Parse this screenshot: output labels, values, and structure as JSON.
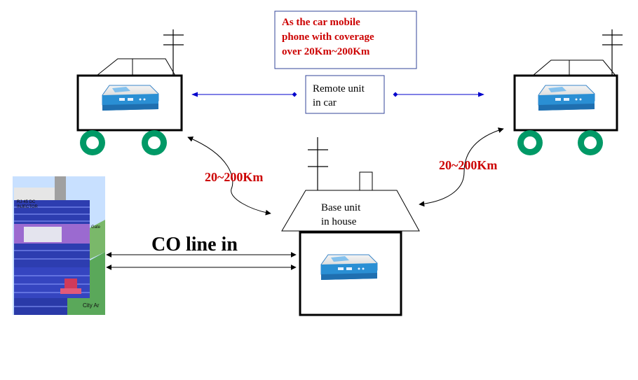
{
  "diagram": {
    "coverage_note": {
      "lines": [
        "As the car mobile",
        "phone with coverage",
        "over 20Km~200Km"
      ],
      "color": "#cc0000"
    },
    "remote_unit": {
      "lines": [
        "Remote unit",
        "in car"
      ]
    },
    "base_unit": {
      "lines": [
        "Base unit",
        "in house"
      ]
    },
    "distance_left": "20~200Km",
    "distance_right": "20~200Km",
    "co_line": "CO line in",
    "building_labels": {
      "top": "RJ-45 DC INJECTOR",
      "side": "Gate",
      "bottom": "City Ar"
    },
    "colors": {
      "wheel": "#009966",
      "arrow": "#0000cc",
      "device": "#2a8fd4",
      "building": "#2d3db0"
    }
  }
}
